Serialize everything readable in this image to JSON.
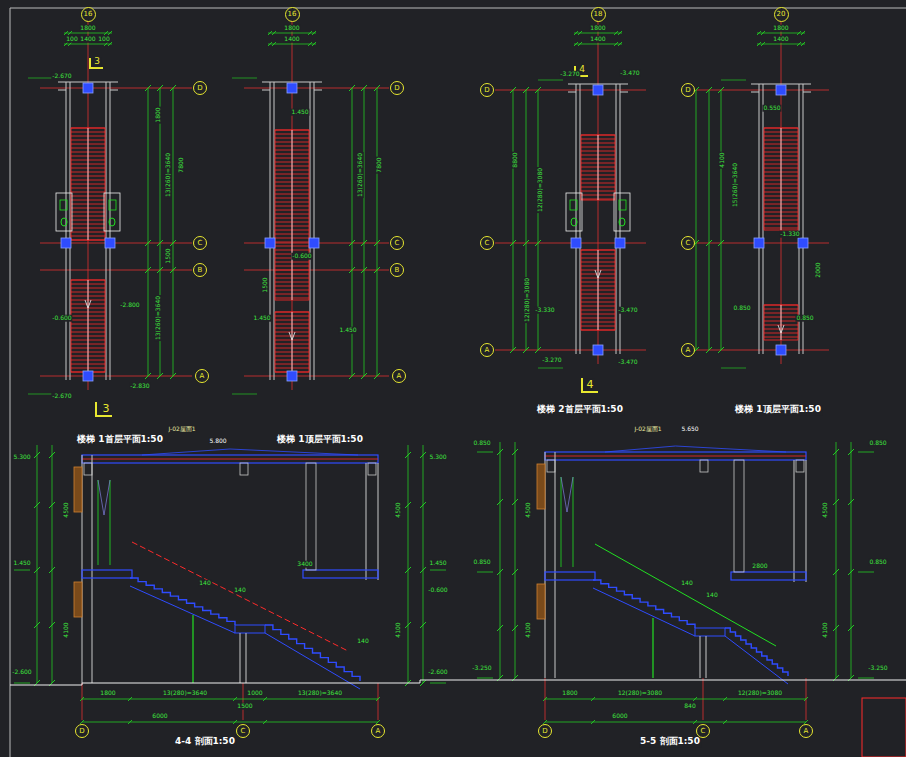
{
  "diagram": {
    "nodes": [
      {
        "text": [
          "16"
        ]
      },
      {
        "text": [
          "D"
        ]
      },
      {
        "text": [
          "C"
        ]
      },
      {
        "text": [
          "B"
        ]
      },
      {
        "text": [
          "A"
        ]
      },
      {
        "text": [
          "16"
        ]
      },
      {
        "text": [
          "D"
        ]
      },
      {
        "text": [
          "C"
        ]
      },
      {
        "text": [
          "B"
        ]
      },
      {
        "text": [
          "A"
        ]
      },
      {
        "text": [
          "18"
        ]
      },
      {
        "text": [
          "D"
        ]
      },
      {
        "text": [
          "C"
        ]
      },
      {
        "text": [
          "A"
        ]
      },
      {
        "text": [
          "20"
        ]
      },
      {
        "text": [
          "D"
        ]
      },
      {
        "text": [
          "C"
        ]
      },
      {
        "text": [
          "A"
        ]
      },
      {
        "text": [
          "D"
        ]
      },
      {
        "text": [
          "C"
        ]
      },
      {
        "text": [
          "A"
        ]
      },
      {
        "text": [
          "D"
        ]
      },
      {
        "text": [
          "C"
        ]
      },
      {
        "text": [
          "A"
        ]
      }
    ],
    "labels": [
      "楼梯 1首层平面1:50",
      "楼梯 1顶层平面1:50",
      "楼梯 2首层平面1:50",
      "楼梯 1顶层平面1:50",
      "4-4 剖面1:50",
      "5-5 剖面1:50",
      "3",
      "3",
      "4",
      "4",
      "1800",
      "100",
      "1400",
      "100",
      "1800",
      "1400",
      "1800",
      "1400",
      "1800",
      "1400",
      "7800",
      "1800",
      "13(260)=3640",
      "1500",
      "13(260)=3640",
      "7800",
      "13(260)=3640",
      "1500",
      "8800",
      "12(280)=3080",
      "12(280)=3080",
      "4100",
      "15(260)=3640",
      "2000",
      "-2.670",
      "-0.600",
      "-2.800",
      "-2.670",
      "-2.830",
      "1.450",
      "-0.600",
      "1.450",
      "1.450",
      "-3.270",
      "-3.470",
      "-3.330",
      "-3.470",
      "-3.270",
      "-3.470",
      "0.550",
      "-1.330",
      "0.850",
      "0.850",
      "J-02屋面1",
      "5.800",
      "J-02屋面1",
      "5.650",
      "5.300",
      "1.450",
      "-2.600",
      "5.300",
      "1.450",
      "-0.600",
      "-2.600",
      "0.850",
      "0.850",
      "-3.250",
      "0.850",
      "0.850",
      "-3.250",
      "1800",
      "13(280)=3640",
      "1000",
      "13(280)=3640",
      "6000",
      "1500",
      "1800",
      "12(280)=3080",
      "840",
      "12(280)=3080",
      "6000",
      "3400",
      "2800",
      "140",
      "140",
      "140",
      "140",
      "140",
      "4500",
      "4100",
      "4500",
      "4100",
      "4500",
      "4100",
      "4500",
      "4100"
    ]
  }
}
